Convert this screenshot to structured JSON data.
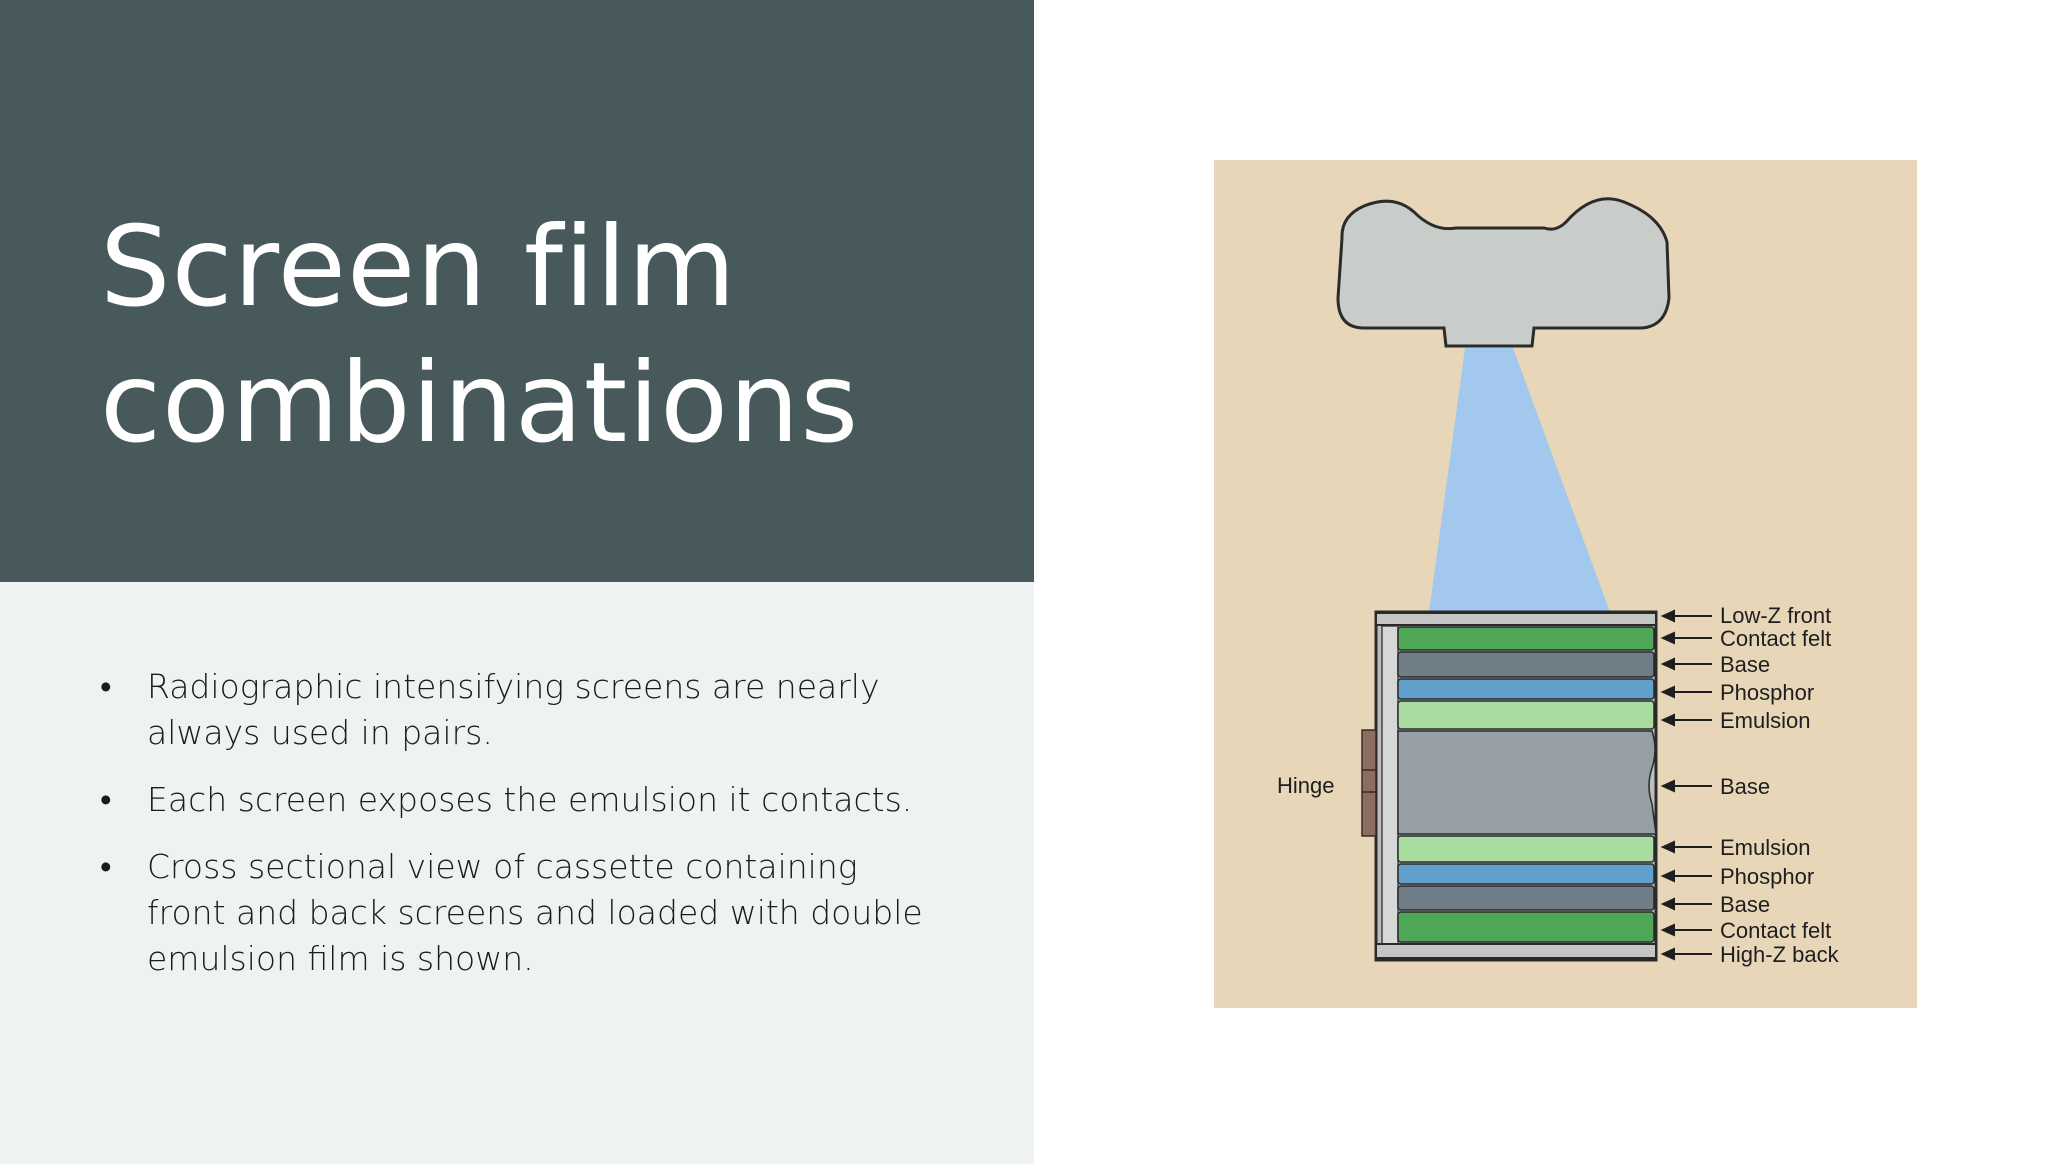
{
  "title": {
    "line1": "Screen film",
    "line2": "combinations"
  },
  "bullets": [
    "Radiographic intensifying screens are nearly always used in pairs.",
    "Each screen exposes the emulsion it contacts.",
    "Cross sectional view of cassette containing front and back screens and loaded with double emulsion film is shown."
  ],
  "diagram": {
    "hinge_label": "Hinge",
    "layer_labels": [
      "Low-Z front",
      "Contact felt",
      "Base",
      "Phosphor",
      "Emulsion",
      "Base",
      "Emulsion",
      "Phosphor",
      "Base",
      "Contact felt",
      "High-Z back"
    ],
    "colors": {
      "background": "#e8d6b8",
      "tube": "#c9cdc9",
      "beam": "#a2c8ed",
      "felt": "#4ea657",
      "screen_base": "#6f7d86",
      "phosphor": "#62a0cc",
      "emulsion": "#a8dca1",
      "film_base": "#959fa4",
      "hinge": "#8b6d64"
    }
  }
}
